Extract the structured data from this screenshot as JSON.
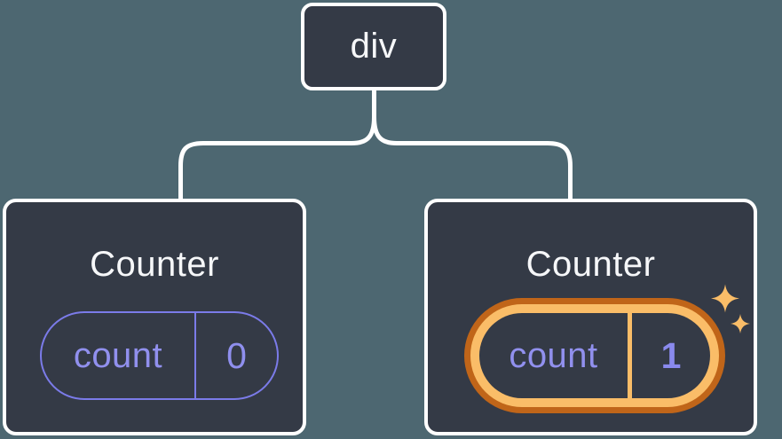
{
  "diagram": {
    "kind": "component-tree",
    "root": {
      "label": "div"
    },
    "children": [
      {
        "title": "Counter",
        "state": {
          "key": "count",
          "value": "0"
        },
        "highlighted": false
      },
      {
        "title": "Counter",
        "state": {
          "key": "count",
          "value": "1"
        },
        "highlighted": true
      }
    ]
  },
  "icons": {
    "sparkle_large": "four-point-sparkle",
    "sparkle_small": "four-point-sparkle"
  },
  "colors": {
    "background": "#4d6771",
    "node_fill": "#343a46",
    "node_border": "#ffffff",
    "connector_line": "#ffffff",
    "state_purple": "#7b7be9",
    "state_text_purple": "#9190ee",
    "highlight_orange_light": "#fabd68",
    "highlight_orange_dark": "#c06519",
    "title_text": "#f6f7f9"
  }
}
